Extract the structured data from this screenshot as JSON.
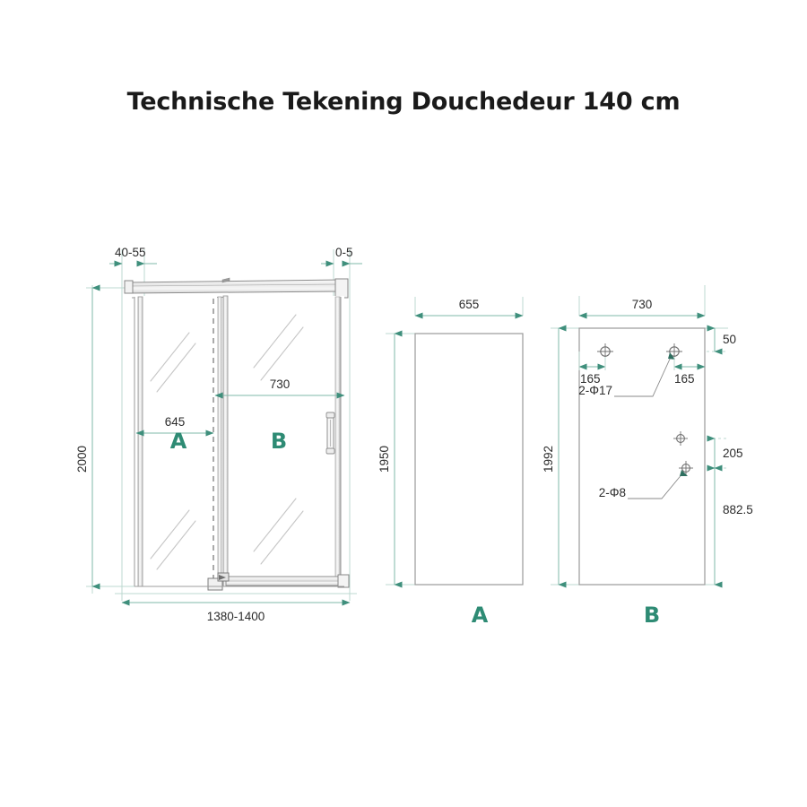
{
  "page": {
    "title": "Technische Tekening Douchedeur 140 cm",
    "background": "#ffffff",
    "accent_color": "#2e8b74",
    "dimension_line_color": "#7fb8a8",
    "text_color": "#2b2b2b",
    "outline_color": "#808080"
  },
  "views": {
    "front": {
      "name": "front-elevation",
      "panel_a_label": "A",
      "panel_b_label": "B",
      "dimensions": {
        "left_gap": "40-55",
        "right_gap": "0-5",
        "height_overall": "2000",
        "panel_a_width": "645",
        "panel_b_width": "730",
        "overall_width": "1380-1400"
      }
    },
    "panel_a": {
      "name": "panel-a-detail",
      "label": "A",
      "width": "655",
      "height": "1950"
    },
    "panel_b": {
      "name": "panel-b-detail",
      "label": "B",
      "width": "730",
      "height": "1992",
      "top_offset": "50",
      "hole_inset_left": "165",
      "hole_inset_right": "165",
      "hole_spec_top": "2-Φ17",
      "hole_spec_bottom": "2-Φ8",
      "hole_gap": "205",
      "bottom_offset": "882.5"
    }
  }
}
